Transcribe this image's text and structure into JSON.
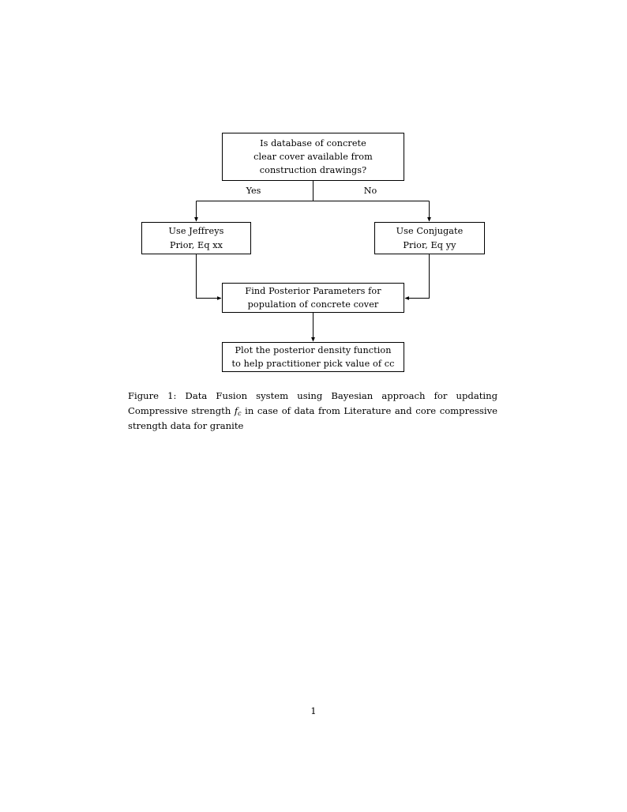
{
  "document": {
    "page_number": "1",
    "background_color": "#ffffff",
    "text_color": "#000000"
  },
  "figure": {
    "nodes": {
      "decision": {
        "line1": "Is database of concrete",
        "line2": "clear cover available from",
        "line3": "construction drawings?"
      },
      "jeffreys": {
        "line1": "Use Jeffreys",
        "line2": "Prior, Eq xx"
      },
      "conjugate": {
        "line1": "Use Conjugate",
        "line2": "Prior, Eq yy"
      },
      "posterior": {
        "line1": "Find Posterior Parameters for",
        "line2": "population of concrete cover"
      },
      "plot": {
        "line1": "Plot the posterior density function",
        "line2": "to help practitioner pick value of cc"
      }
    },
    "edge_labels": {
      "yes": "Yes",
      "no": "No"
    },
    "stroke_color": "#000000"
  },
  "caption": {
    "label": "Figure 1:",
    "text_part1": "Data Fusion system using Bayesian approach for updating Compressive strength",
    "math_symbol": "f",
    "math_subscript": "c",
    "text_part2": "in case of data from Literature and core compressive strength data for granite"
  }
}
